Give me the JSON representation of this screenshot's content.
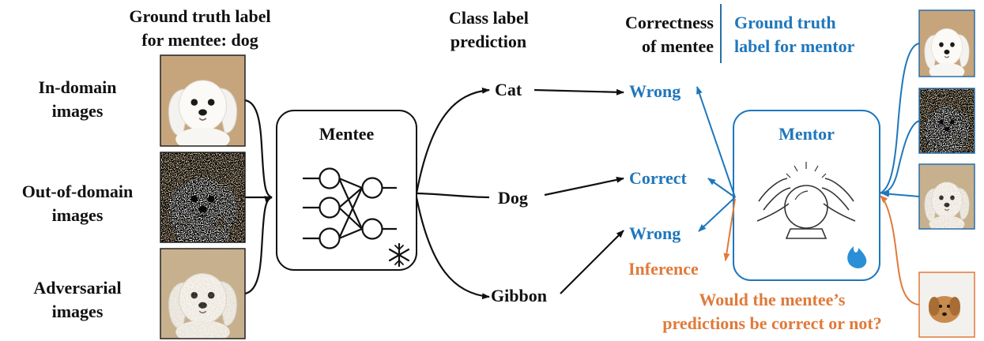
{
  "headers": {
    "ground_truth_mentee": [
      "Ground truth label",
      "for mentee: dog"
    ],
    "class_label_prediction": [
      "Class label",
      "prediction"
    ],
    "correctness_of_mentee": [
      "Correctness",
      "of mentee"
    ],
    "ground_truth_mentor": [
      "Ground truth",
      "label for mentor"
    ]
  },
  "image_rows": [
    {
      "label": [
        "In-domain",
        "images"
      ]
    },
    {
      "label": [
        "Out-of-domain",
        "images"
      ]
    },
    {
      "label": [
        "Adversarial",
        "images"
      ]
    }
  ],
  "mentee": {
    "title": "Mentee",
    "icon": "snowflake-icon"
  },
  "predictions": [
    "Cat",
    "Dog",
    "Gibbon"
  ],
  "correctness": [
    "Wrong",
    "Correct",
    "Wrong"
  ],
  "mentor": {
    "title": "Mentor",
    "icon": "flame-icon"
  },
  "inference": {
    "label": "Inference",
    "question": [
      "Would the mentee’s",
      "predictions be correct or not?"
    ]
  },
  "colors": {
    "blue": "#1f77bc",
    "orange": "#e07a3a",
    "black": "#111111"
  }
}
